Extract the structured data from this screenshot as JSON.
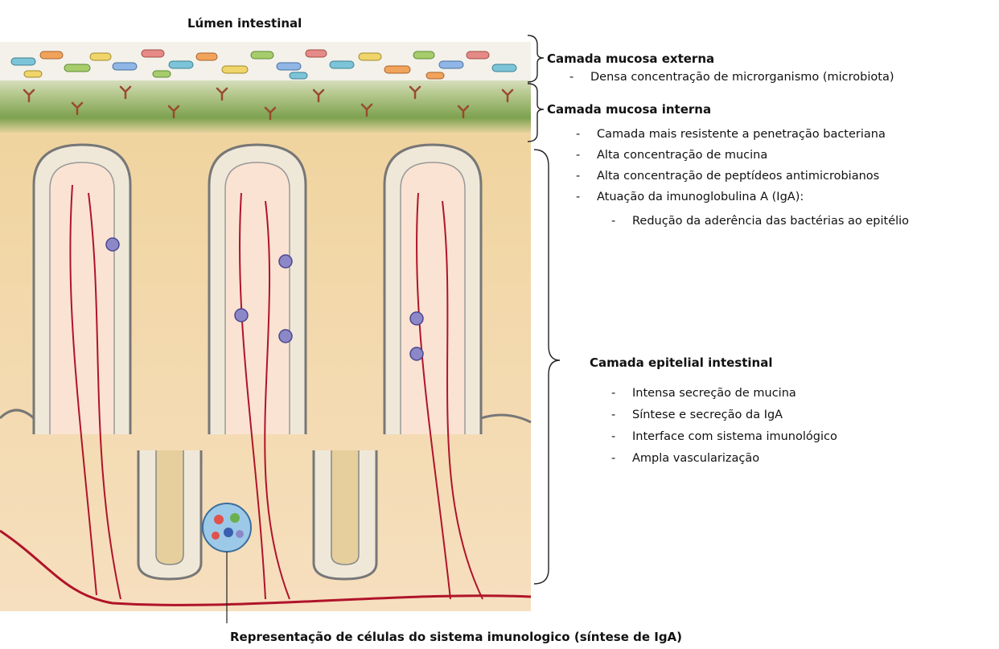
{
  "labels": {
    "lumen": "Lúmen intestinal",
    "outer_mucus": {
      "title": "Camada mucosa externa",
      "items": [
        "Densa concentração de microrganismo (microbiota)"
      ]
    },
    "inner_mucus": {
      "title": "Camada mucosa interna",
      "items": [
        "Camada mais resistente a penetração bacteriana",
        "Alta concentração de mucina",
        "Alta concentração de peptídeos antimicrobianos",
        "Atuação da imunoglobulina A (IgA):"
      ],
      "subitems": [
        "Redução da aderência das bactérias ao epitélio"
      ]
    },
    "epithelial": {
      "title": "Camada epitelial intestinal",
      "items": [
        "Intensa secreção de mucina",
        "Síntese e secreção da IgA",
        "Interface com sistema imunológico",
        "Ampla vascularização"
      ]
    },
    "caption": "Representação de células do sistema imunologico (síntese de IgA)"
  },
  "colors": {
    "outer_mucus": "#f3f1ea",
    "inner_mucus": "#8fae5e",
    "tissue": "#f1d7a8",
    "villus_core": "#fae3d2",
    "epithelium": "#efe8d9",
    "blood_vessel": "#b0142a",
    "immune_cell": "#8c88c8"
  }
}
